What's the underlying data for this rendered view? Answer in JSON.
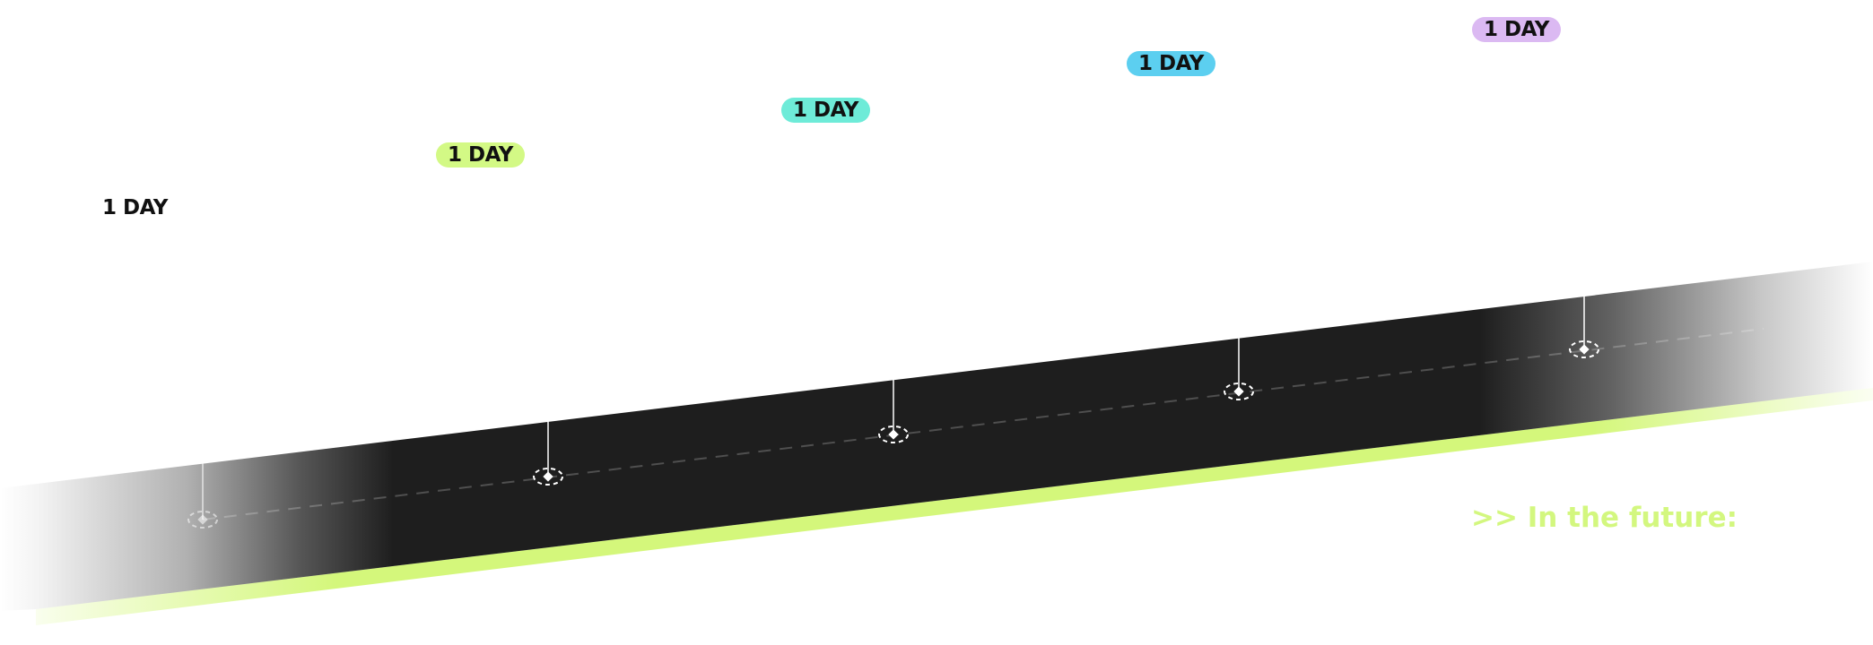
{
  "colors": {
    "track_dark": "#1e1e1e",
    "edge_lime": "#d4f77b",
    "milestone_1": "transparent",
    "milestone_2": "#d3f985",
    "milestone_3": "#6eebd8",
    "milestone_4": "#5ccff0",
    "milestone_5": "#dbb9f2",
    "future_heading": "#d3f77f",
    "marker": "#ffffff"
  },
  "milestones": [
    {
      "label": "1 DAY",
      "color_key": "milestone_1"
    },
    {
      "label": "1 DAY",
      "color_key": "milestone_2"
    },
    {
      "label": "1 DAY",
      "color_key": "milestone_3"
    },
    {
      "label": "1 DAY",
      "color_key": "milestone_4"
    },
    {
      "label": "1 DAY",
      "color_key": "milestone_5"
    }
  ],
  "future": {
    "heading": ">> In the future:"
  }
}
